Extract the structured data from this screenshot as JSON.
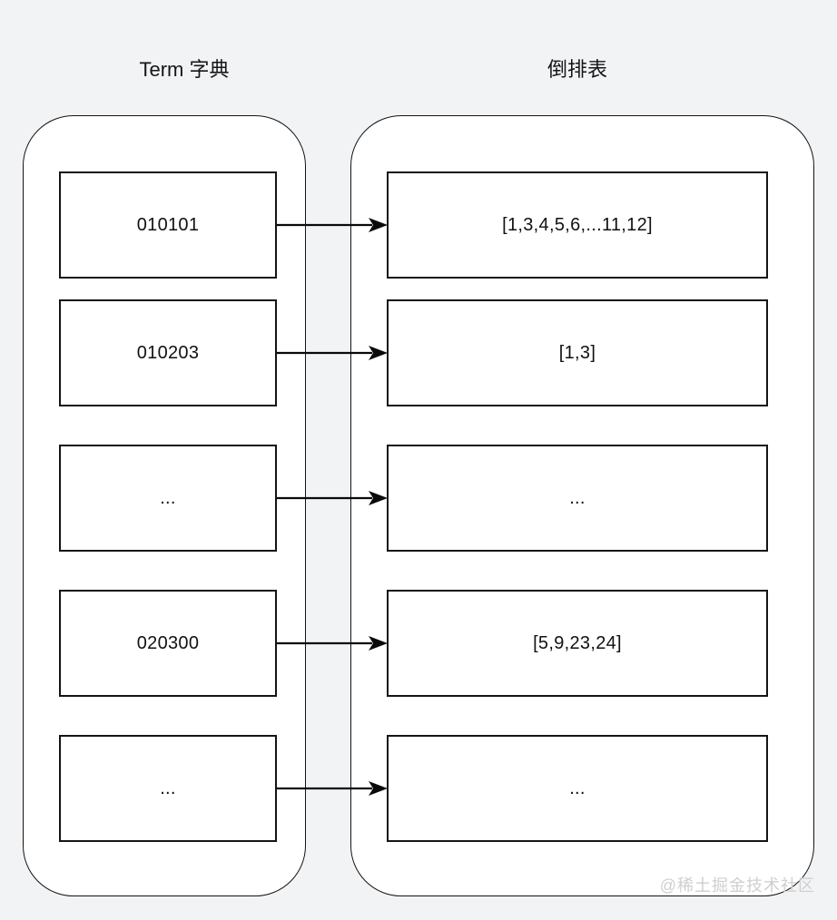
{
  "diagram": {
    "left_column": {
      "title": "Term 字典",
      "items": [
        "010101",
        "010203",
        "...",
        "020300",
        "..."
      ]
    },
    "right_column": {
      "title": "倒排表",
      "items": [
        "[1,3,4,5,6,...11,12]",
        "[1,3]",
        "...",
        "[5,9,23,24]",
        "..."
      ]
    },
    "mappings": [
      {
        "term": "010101",
        "postings": "[1,3,4,5,6,...11,12]"
      },
      {
        "term": "010203",
        "postings": "[1,3]"
      },
      {
        "term": "...",
        "postings": "..."
      },
      {
        "term": "020300",
        "postings": "[5,9,23,24]"
      },
      {
        "term": "...",
        "postings": "..."
      }
    ]
  },
  "watermark": "@稀土掘金技术社区",
  "colors": {
    "background": "#f2f3f5",
    "panel_fill": "#ffffff",
    "stroke": "#141414",
    "watermark_text": "#cfcfcf"
  }
}
